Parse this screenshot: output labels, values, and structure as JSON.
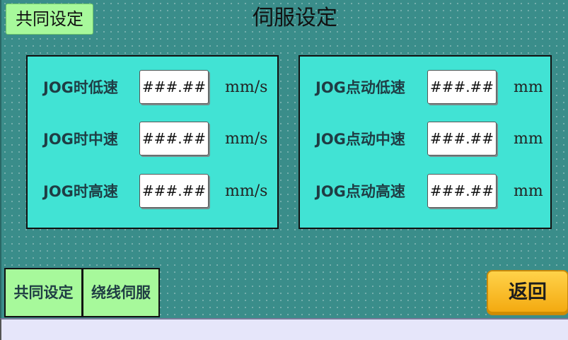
{
  "header": {
    "section_badge": "共同设定",
    "title": "伺服设定"
  },
  "jog_time": {
    "rows": [
      {
        "label": "JOG时低速",
        "value": "###.##",
        "unit": "mm/s"
      },
      {
        "label": "JOG时中速",
        "value": "###.##",
        "unit": "mm/s"
      },
      {
        "label": "JOG时高速",
        "value": "###.##",
        "unit": "mm/s"
      }
    ]
  },
  "jog_inch": {
    "rows": [
      {
        "label": "JOG点动低速",
        "value": "###.##",
        "unit": "mm"
      },
      {
        "label": "JOG点动中速",
        "value": "###.##",
        "unit": "mm"
      },
      {
        "label": "JOG点动高速",
        "value": "###.##",
        "unit": "mm"
      }
    ]
  },
  "tabs": [
    {
      "label": "共同设定"
    },
    {
      "label": "绕线伺服"
    }
  ],
  "back_button": {
    "label": "返回"
  },
  "colors": {
    "background": "#3a8d8a",
    "panel": "#41e3d4",
    "tab": "#a7f99b",
    "back_button": "#f7b822"
  }
}
